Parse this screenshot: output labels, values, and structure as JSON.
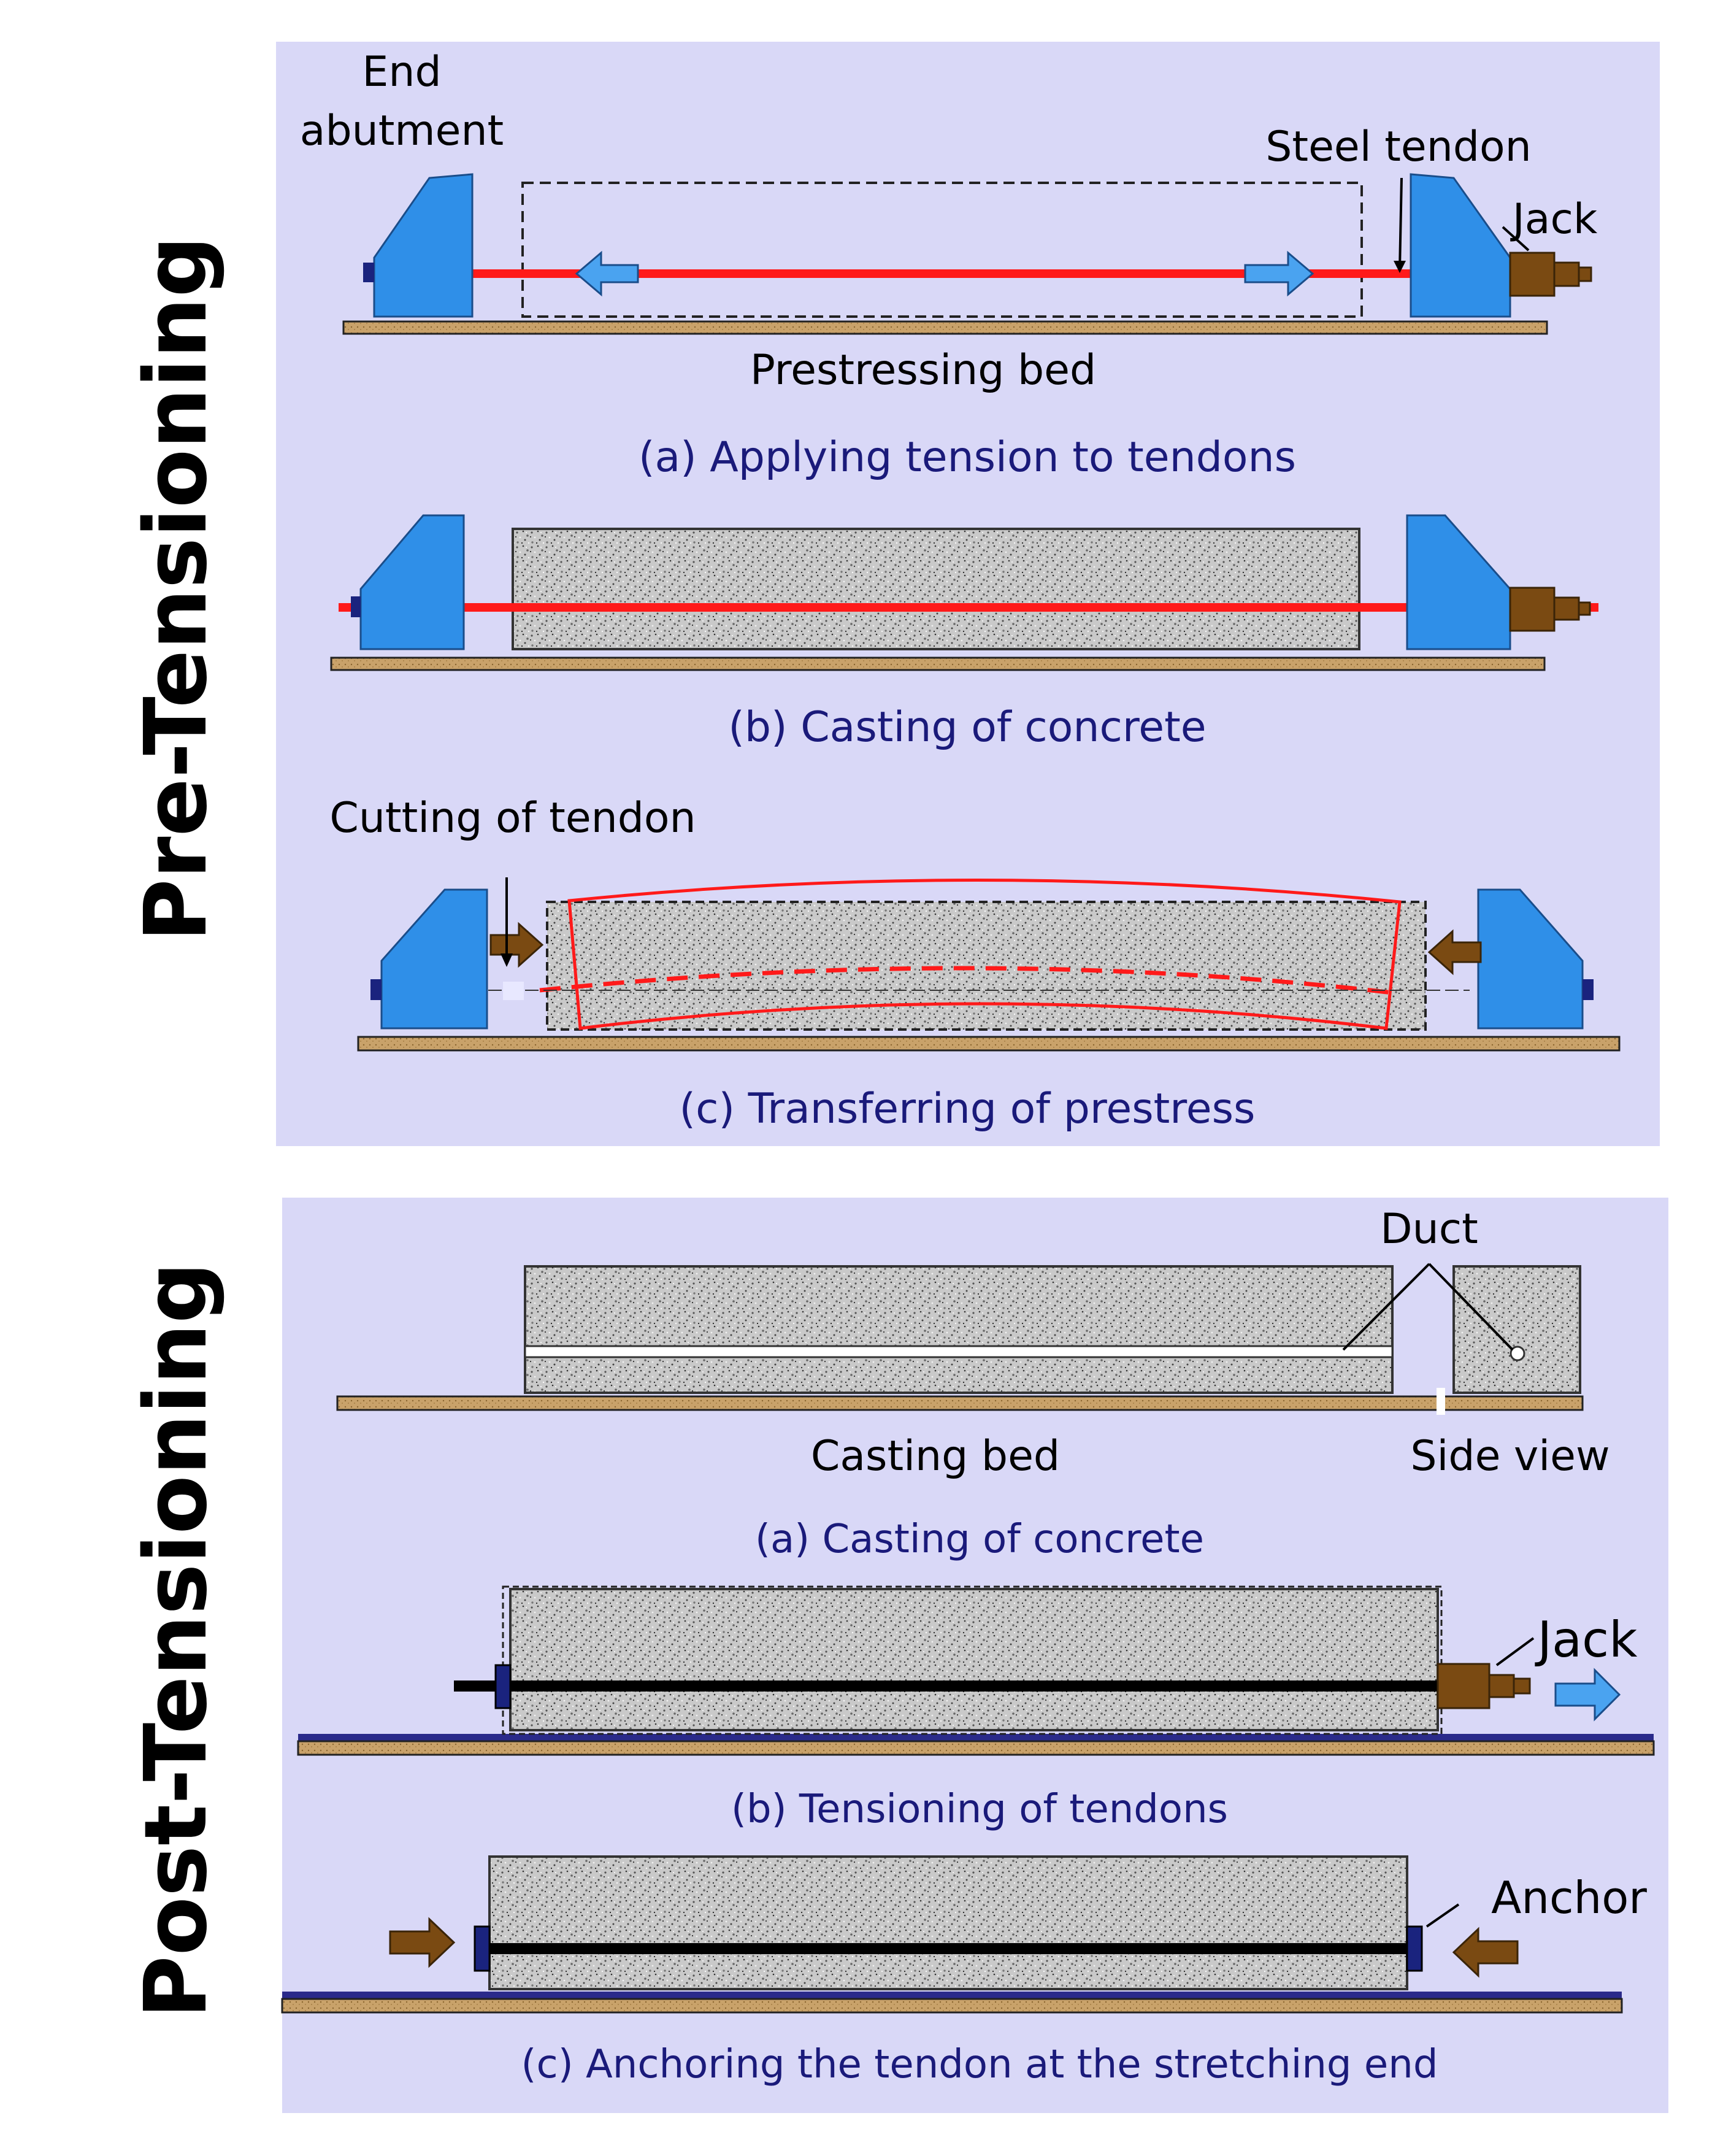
{
  "pre_tensioning": {
    "side_title": "Pre-Tensioning",
    "a": {
      "end_abutment_line1": "End",
      "end_abutment_line2": "abutment",
      "steel_tendon": "Steel tendon",
      "jack": "Jack",
      "prestressing_bed": "Prestressing bed",
      "caption": "(a) Applying tension to tendons"
    },
    "b": {
      "caption": "(b) Casting of concrete"
    },
    "c": {
      "cutting_of_tendon": "Cutting of tendon",
      "caption": "(c) Transferring of prestress"
    }
  },
  "post_tensioning": {
    "side_title": "Post-Tensioning",
    "a": {
      "duct": "Duct",
      "casting_bed": "Casting bed",
      "side_view": "Side view",
      "caption": "(a) Casting of concrete"
    },
    "b": {
      "jack": "Jack",
      "caption": "(b) Tensioning of tendons"
    },
    "c": {
      "anchor": "Anchor",
      "caption": "(c) Anchoring the tendon at the stretching end"
    }
  },
  "colors": {
    "panel": "#d9d8f7",
    "abutment": "#2f8fe8",
    "tendon_red": "#ff1a1a",
    "tendon_black": "#000000",
    "arrow_blue": "#4aa3f0",
    "arrow_brown": "#7a4a12",
    "jack_brown": "#7a4a12",
    "bed_brown": "#c9a26a",
    "base_blue": "#2a2a8a",
    "caption_blue": "#1a1a7a"
  }
}
